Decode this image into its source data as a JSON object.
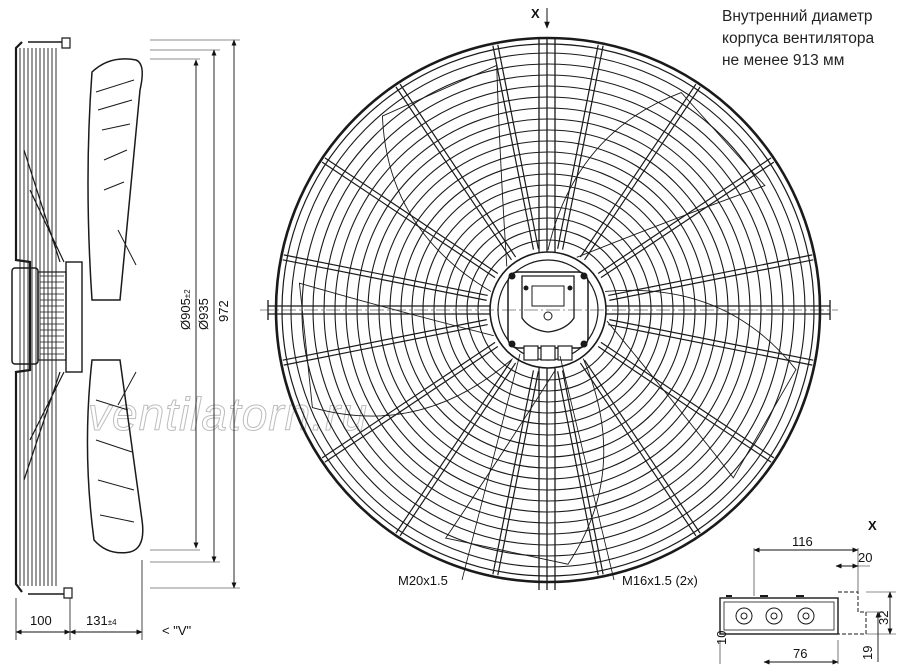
{
  "note": {
    "line1": "Внутренний диаметр",
    "line2": "корпуса вентилятора",
    "line3": "не менее 913 мм"
  },
  "dimensions": {
    "d905_main": "Ø905",
    "d905_tol": "±2",
    "d935": "Ø935",
    "h972": "972",
    "w100": "100",
    "w131_main": "131",
    "w131_tol": "±4",
    "view_v": "< \"V\"",
    "view_x_top": "X",
    "view_x_detail": "X",
    "d116": "116",
    "d20": "20",
    "d32": "32",
    "d19": "19",
    "d76": "76",
    "d10": "10"
  },
  "callouts": {
    "m20": "M20x1.5",
    "m16": "M16x1.5 (2x)"
  },
  "watermark": "ventilatorn.ru",
  "colors": {
    "line": "#1a1a1a",
    "watermark": "#bdbdbd"
  }
}
